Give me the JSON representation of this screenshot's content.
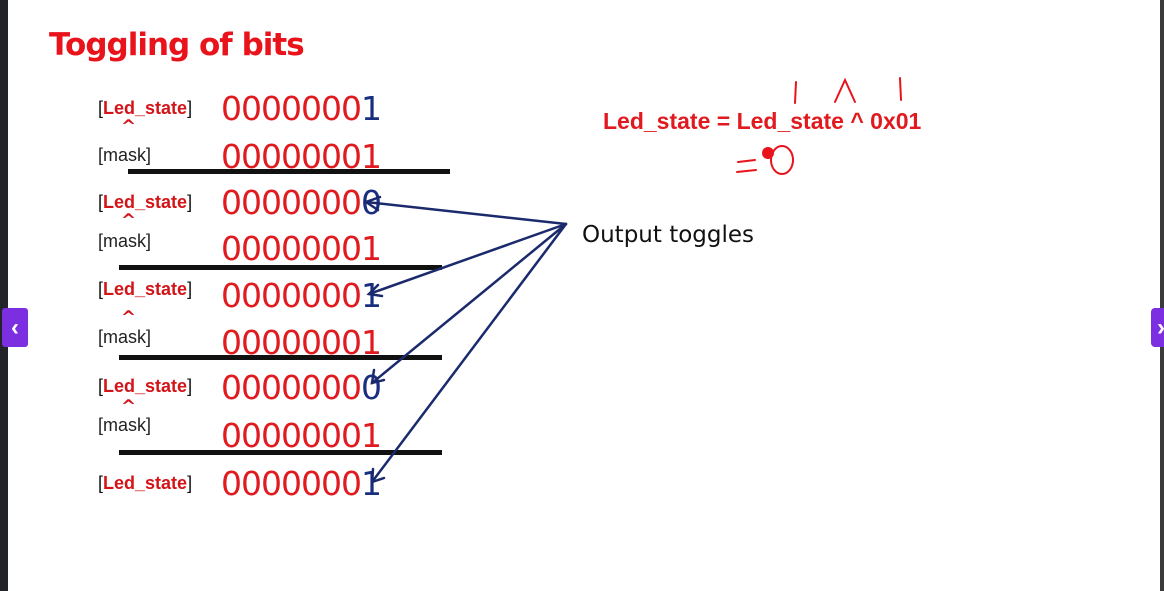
{
  "slide": {
    "title": "Toggling of bits",
    "rows": [
      {
        "label_open": "[",
        "label_name": "Led_state",
        "label_close": "]",
        "bits_prefix": "0000000",
        "bits_last": "1"
      },
      {
        "label": "[mask]",
        "bits_prefix": "0000000",
        "bits_last": "1"
      },
      {
        "label_open": "[",
        "label_name": "Led_state",
        "label_close": "]",
        "bits_prefix": "0000000",
        "bits_last": "0"
      },
      {
        "label": "[mask]",
        "bits_prefix": "0000000",
        "bits_last": "1"
      },
      {
        "label_open": "[",
        "label_name": "Led_state",
        "label_close": "]",
        "bits_prefix": "0000000",
        "bits_last": "1"
      },
      {
        "label": "[mask]",
        "bits_prefix": "0000000",
        "bits_last": "1"
      },
      {
        "label_open": "[",
        "label_name": "Led_state",
        "label_close": "]",
        "bits_prefix": "0000000",
        "bits_last": "0"
      },
      {
        "label": "[mask]",
        "bits_prefix": "0000000",
        "bits_last": "1"
      },
      {
        "label_open": "[",
        "label_name": "Led_state",
        "label_close": "]",
        "bits_prefix": "0000000",
        "bits_last": "1"
      }
    ],
    "xor_symbol": "^",
    "formula": "Led_state = Led_state ^ 0x01",
    "output_label": "Output toggles"
  },
  "nav": {
    "prev_icon": "chevron-left-icon",
    "next_icon": "chevron-right-icon"
  },
  "colors": {
    "accent_red": "#e8131b",
    "bit_blue": "#1a2e80",
    "arrow_navy": "#1a2a6c",
    "nav_purple": "#7b2fe0"
  }
}
